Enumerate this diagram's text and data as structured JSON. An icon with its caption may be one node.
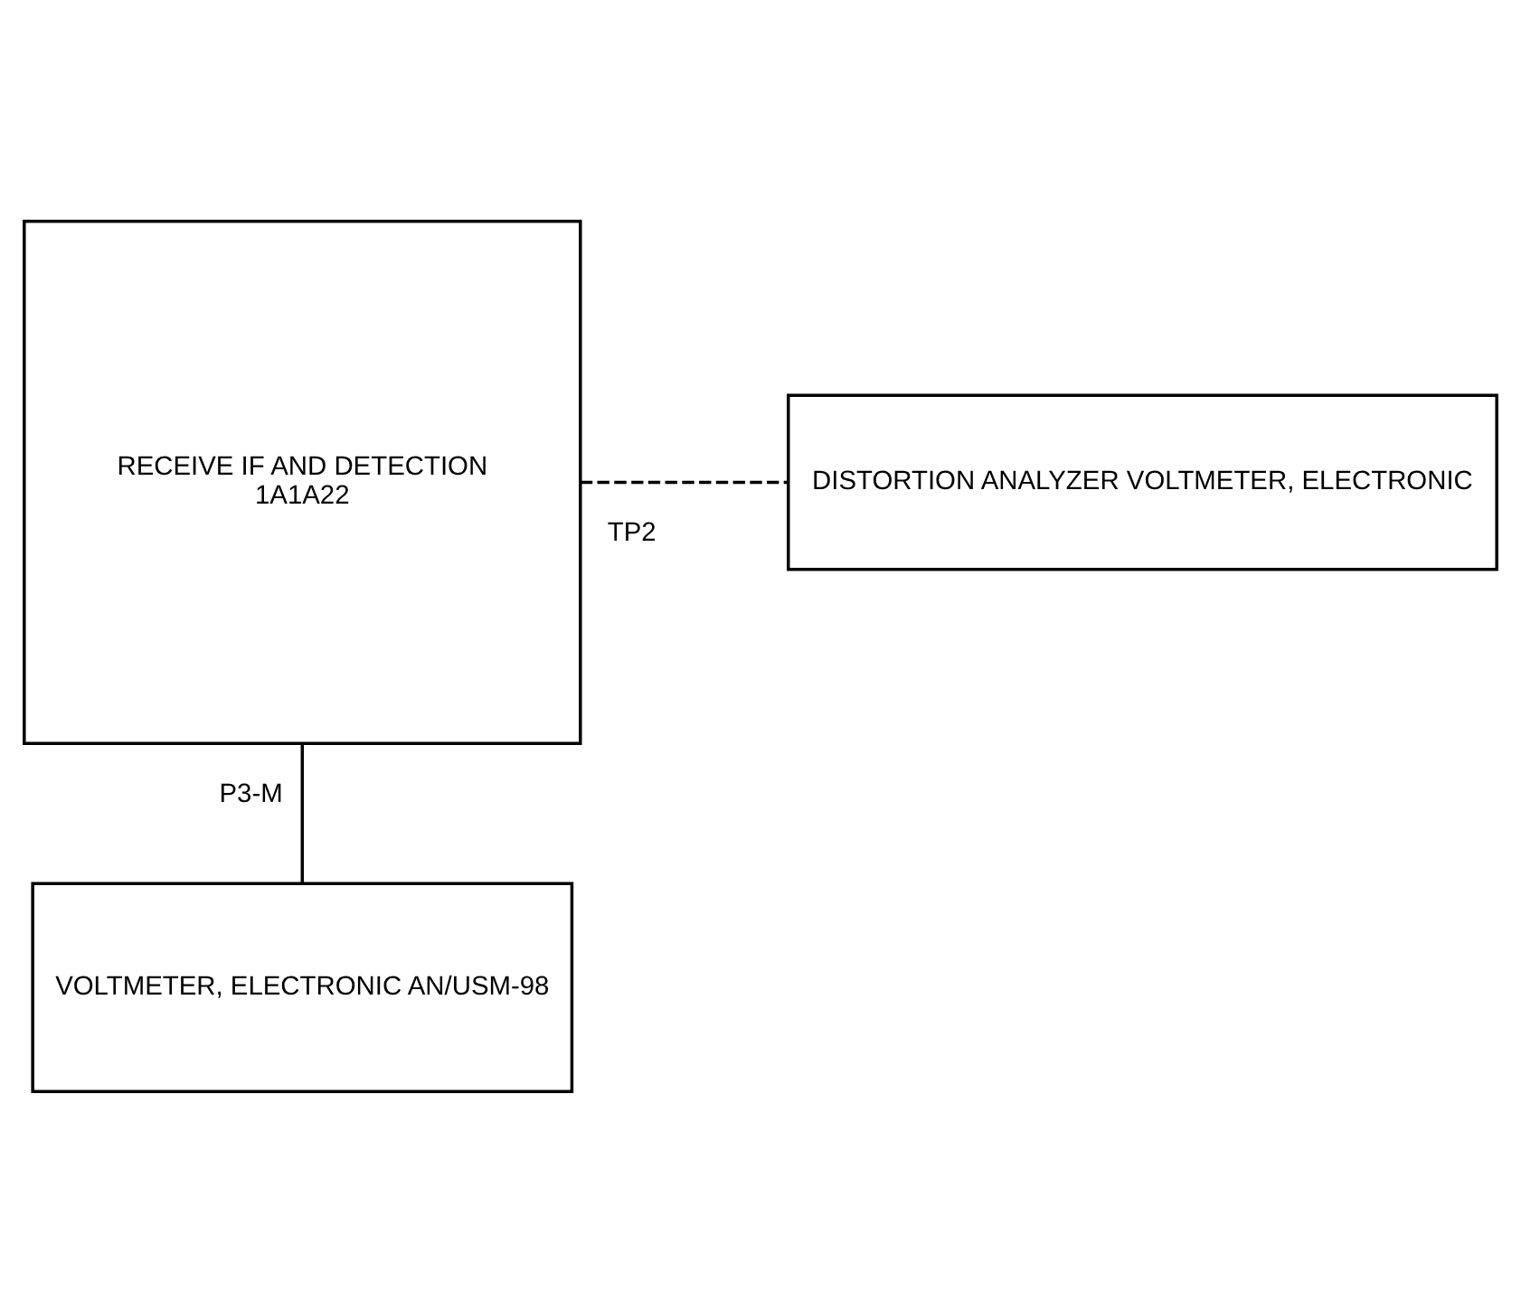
{
  "diagram": {
    "nodes": [
      {
        "text": [
          "RECEIVE IF AND DETECTION",
          "1A1A22"
        ]
      },
      {
        "text": [
          "DISTORTION ANALYZER VOLTMETER, ELECTRONIC"
        ]
      },
      {
        "text": [
          "VOLTMETER, ELECTRONIC AN/USM-98"
        ]
      }
    ],
    "edges": [
      {
        "from": 0,
        "to": 1,
        "arrow": "none",
        "label": "TP2",
        "style": "dashed"
      },
      {
        "from": 0,
        "to": 2,
        "arrow": "none",
        "label": "P3-M"
      }
    ]
  }
}
